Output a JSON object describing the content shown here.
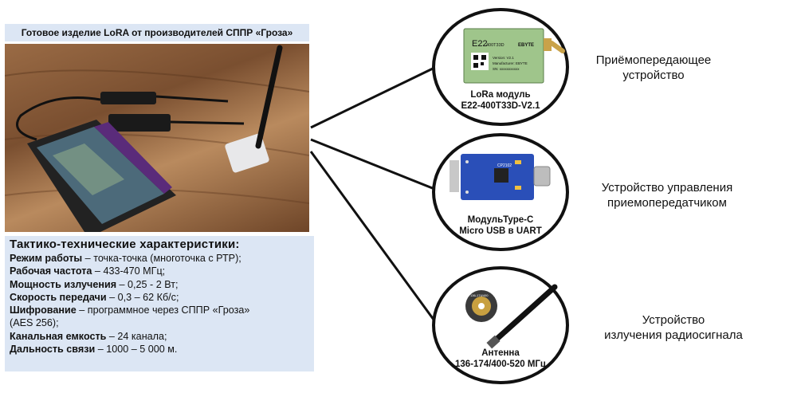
{
  "title": "Готовое изделие LoRA от производителей СППР «Гроза»",
  "specs": {
    "heading": "Тактико-технические  характеристики:",
    "rows": [
      {
        "label": "Режим работы",
        "value": " – точка-точка (многоточка с РТР);"
      },
      {
        "label": "Рабочая частота",
        "value": " – 433-470 МГц;"
      },
      {
        "label": "Мощность излучения",
        "value": " – 0,25 - 2 Вт;"
      },
      {
        "label": "Скорость передачи",
        "value": " – 0,3 – 62 Кб/с;"
      },
      {
        "label": "Шифрование",
        "value": " – программное через СППР «Гроза»"
      },
      {
        "label": "",
        "value": "(AES 256);"
      },
      {
        "label": "Канальная емкость",
        "value": " – 24 канала;"
      },
      {
        "label": "Дальность связи",
        "value": " – 1000 – 5 000 м."
      }
    ]
  },
  "components": [
    {
      "caption_line1": "LoRa модуль",
      "caption_line2": "E22-400T33D-V2.1",
      "description_line1": "Приёмопередающее",
      "description_line2": "устройство",
      "chip_text": {
        "model": "E22",
        "model_sub": "400T33D",
        "brand": "EBYTE",
        "version": "Version: V2.1",
        "manufacturer": "Manufacturer: EBYTE",
        "sn": "SN: xxxxxxxxxxx"
      }
    },
    {
      "caption_line1": "МодульType-C",
      "caption_line2": "Micro USB в UART",
      "description_line1": "Устройство управления",
      "description_line2": "приемопередатчиком",
      "chip_text": {
        "chip": "CP2102"
      }
    },
    {
      "caption_line1": "Антенна",
      "caption_line2": "136-174/400-520 МГц",
      "description_line1": "Устройство",
      "description_line2": "излучения  радиосигнала",
      "chip_text": {
        "connector": "136-174/400"
      }
    }
  ],
  "colors": {
    "panel": "#dce6f4",
    "lines": "#111111",
    "module_green": "#8fb87a",
    "board_blue": "#2a4fb8"
  }
}
